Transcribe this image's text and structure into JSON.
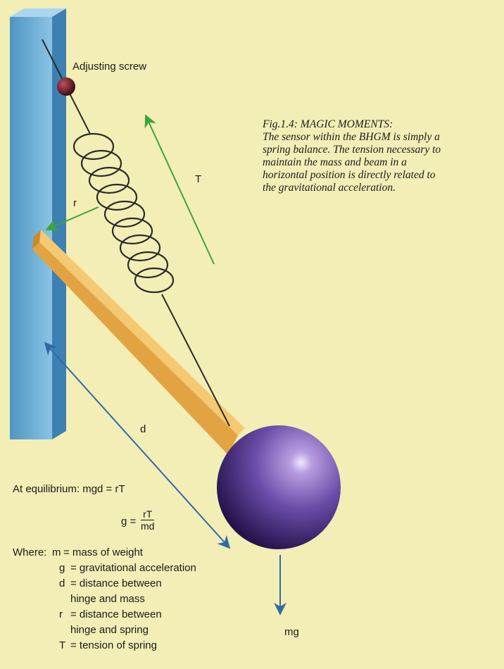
{
  "colors": {
    "background": "#f2eeb6",
    "wall": "#6aaed4",
    "beam": "#e6ab45",
    "mass": "#5a3c94",
    "screw": "#5a1020",
    "green_arrow": "#3aa53a",
    "blue_arrow": "#2f6aa6"
  },
  "labels": {
    "adjusting_screw": "Adjusting screw",
    "T": "T",
    "r": "r",
    "d": "d",
    "mg": "mg"
  },
  "caption": {
    "title": "Fig.1.4: MAGIC MOMENTS:",
    "lines": [
      "The sensor within the BHGM is simply a",
      "spring balance. The tension necessary to",
      "maintain the mass and beam in a",
      "horizontal position is directly related to",
      "the gravitational acceleration."
    ]
  },
  "equations": {
    "equilibrium": "At equilibrium: mgd = rT",
    "g_lhs": "g =",
    "g_num": "rT",
    "g_den": "md"
  },
  "legend": {
    "where": "Where:",
    "rows": [
      {
        "sym": "m",
        "desc": "= mass of weight"
      },
      {
        "sym": "g",
        "desc": "= gravitational acceleration"
      },
      {
        "sym": "d",
        "desc": "= distance between"
      },
      {
        "sym": "",
        "desc": "hinge and mass"
      },
      {
        "sym": "r",
        "desc": "= distance between"
      },
      {
        "sym": "",
        "desc": "hinge and spring"
      },
      {
        "sym": "T",
        "desc": "= tension of spring"
      }
    ]
  }
}
